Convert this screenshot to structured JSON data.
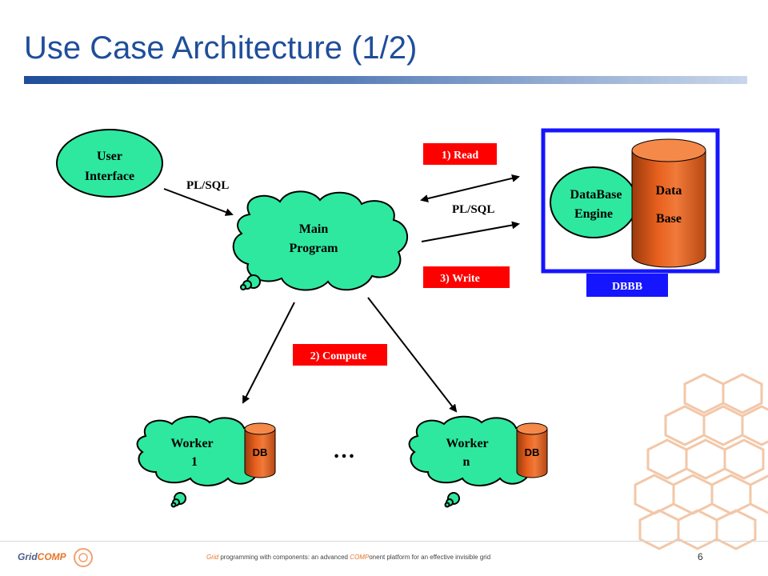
{
  "slide": {
    "title": "Use Case Architecture (1/2)",
    "page_number": "6"
  },
  "diagram": {
    "user_interface": [
      "User",
      "Interface"
    ],
    "main_program": [
      "Main",
      "Program"
    ],
    "database_engine": [
      "DataBase",
      "Engine"
    ],
    "data_base": [
      "Data",
      "Base"
    ],
    "dbbb_label": "DBBB",
    "pl_sql_left": "PL/SQL",
    "pl_sql_right": "PL/SQL",
    "step_read": "1) Read",
    "step_compute": "2) Compute",
    "step_write": "3) Write",
    "worker_1": [
      "Worker",
      "1"
    ],
    "worker_n": [
      "Worker",
      "n"
    ],
    "worker_db": "DB",
    "ellipsis": "…"
  },
  "footer": {
    "grid": "Grid",
    "text_a": " programming with components: an advanced ",
    "comp": "COMP",
    "text_b": "onent  platform for an effective invisible grid",
    "logo": {
      "a": "Grid",
      "b": "COMP"
    }
  },
  "colors": {
    "title": "#1f4e9a",
    "green_node": "#2ee89f",
    "orange_db": "#e8601e",
    "red_label": "#ff0000",
    "blue_box": "#1515ff"
  }
}
